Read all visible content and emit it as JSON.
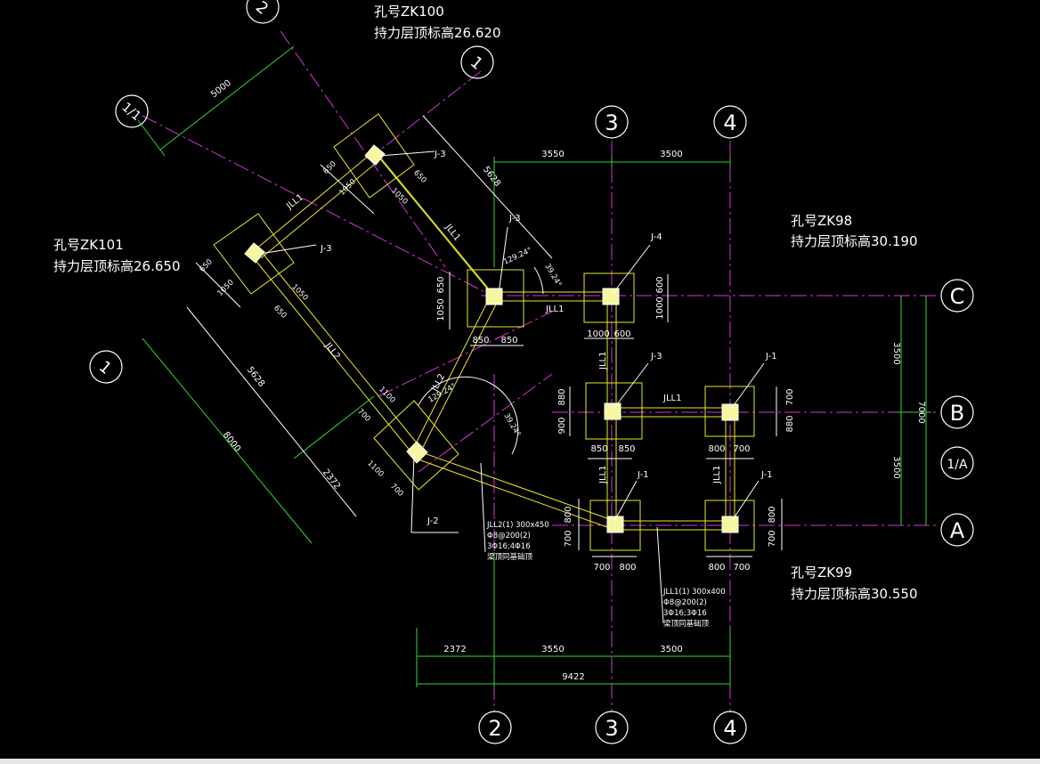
{
  "window": {
    "title": ""
  },
  "axes": {
    "bottom": [
      "2",
      "3",
      "4"
    ],
    "top": [
      "3",
      "4"
    ],
    "right": [
      "C",
      "B",
      "1/A",
      "A"
    ],
    "rotated": [
      "1",
      "1/1",
      "2",
      "1"
    ]
  },
  "boreholes": [
    {
      "id": "孔号ZK100",
      "level": "持力层顶标高26.620"
    },
    {
      "id": "孔号ZK101",
      "level": "持力层顶标高26.650"
    },
    {
      "id": "孔号ZK98",
      "level": "持力层顶标高30.190"
    },
    {
      "id": "孔号ZK99",
      "level": "持力层顶标高30.550"
    }
  ],
  "dims": {
    "top": [
      "3550",
      "3500"
    ],
    "bottom_row1": [
      "2372",
      "3550",
      "3500"
    ],
    "bottom_total": "9422",
    "right_parts": [
      "3500",
      "3500"
    ],
    "right_total": "7000",
    "rot_5000": "5000",
    "rot_5628a": "5628",
    "rot_5628b": "5628",
    "rot_8000": "8000",
    "rot_2372": "2372",
    "footing_jc2": [
      "650",
      "1050",
      "850",
      "850"
    ],
    "footing_j4": [
      "600",
      "1000",
      "1000",
      "600"
    ],
    "footing_b3": [
      "880",
      "900",
      "850",
      "850"
    ],
    "footing_b4": [
      "700",
      "880",
      "800",
      "700"
    ],
    "footing_a3": [
      "800",
      "700",
      "700",
      "800"
    ],
    "footing_a4": [
      "800",
      "700",
      "800",
      "700"
    ],
    "rot_zk100": [
      "650",
      "1050",
      "1050",
      "650"
    ],
    "rot_zk101": [
      "650",
      "1050",
      "1050",
      "650"
    ],
    "rot_j2": [
      "700",
      "1100",
      "1100",
      "700"
    ]
  },
  "angles": [
    "129.24°",
    "39.24°",
    "129.24°",
    "39.24°"
  ],
  "labels": {
    "footings": [
      "J-3",
      "J-3",
      "J-3",
      "J-4",
      "J-3",
      "J-1",
      "J-1",
      "J-1",
      "J-2"
    ],
    "beams": [
      "JLL1",
      "JLL1",
      "JLL2",
      "JLL1",
      "JLL2",
      "JLL1",
      "JLL1",
      "JLL1",
      "JLL1"
    ]
  },
  "notes": {
    "jll2": [
      "JLL2(1) 300x450",
      "Φ8@200(2)",
      "3Φ16;4Φ16",
      "梁顶同基础顶"
    ],
    "jll1": [
      "JLL1(1) 300x400",
      "Φ8@200(2)",
      "3Φ16;3Φ16",
      "梁顶同基础顶"
    ]
  }
}
